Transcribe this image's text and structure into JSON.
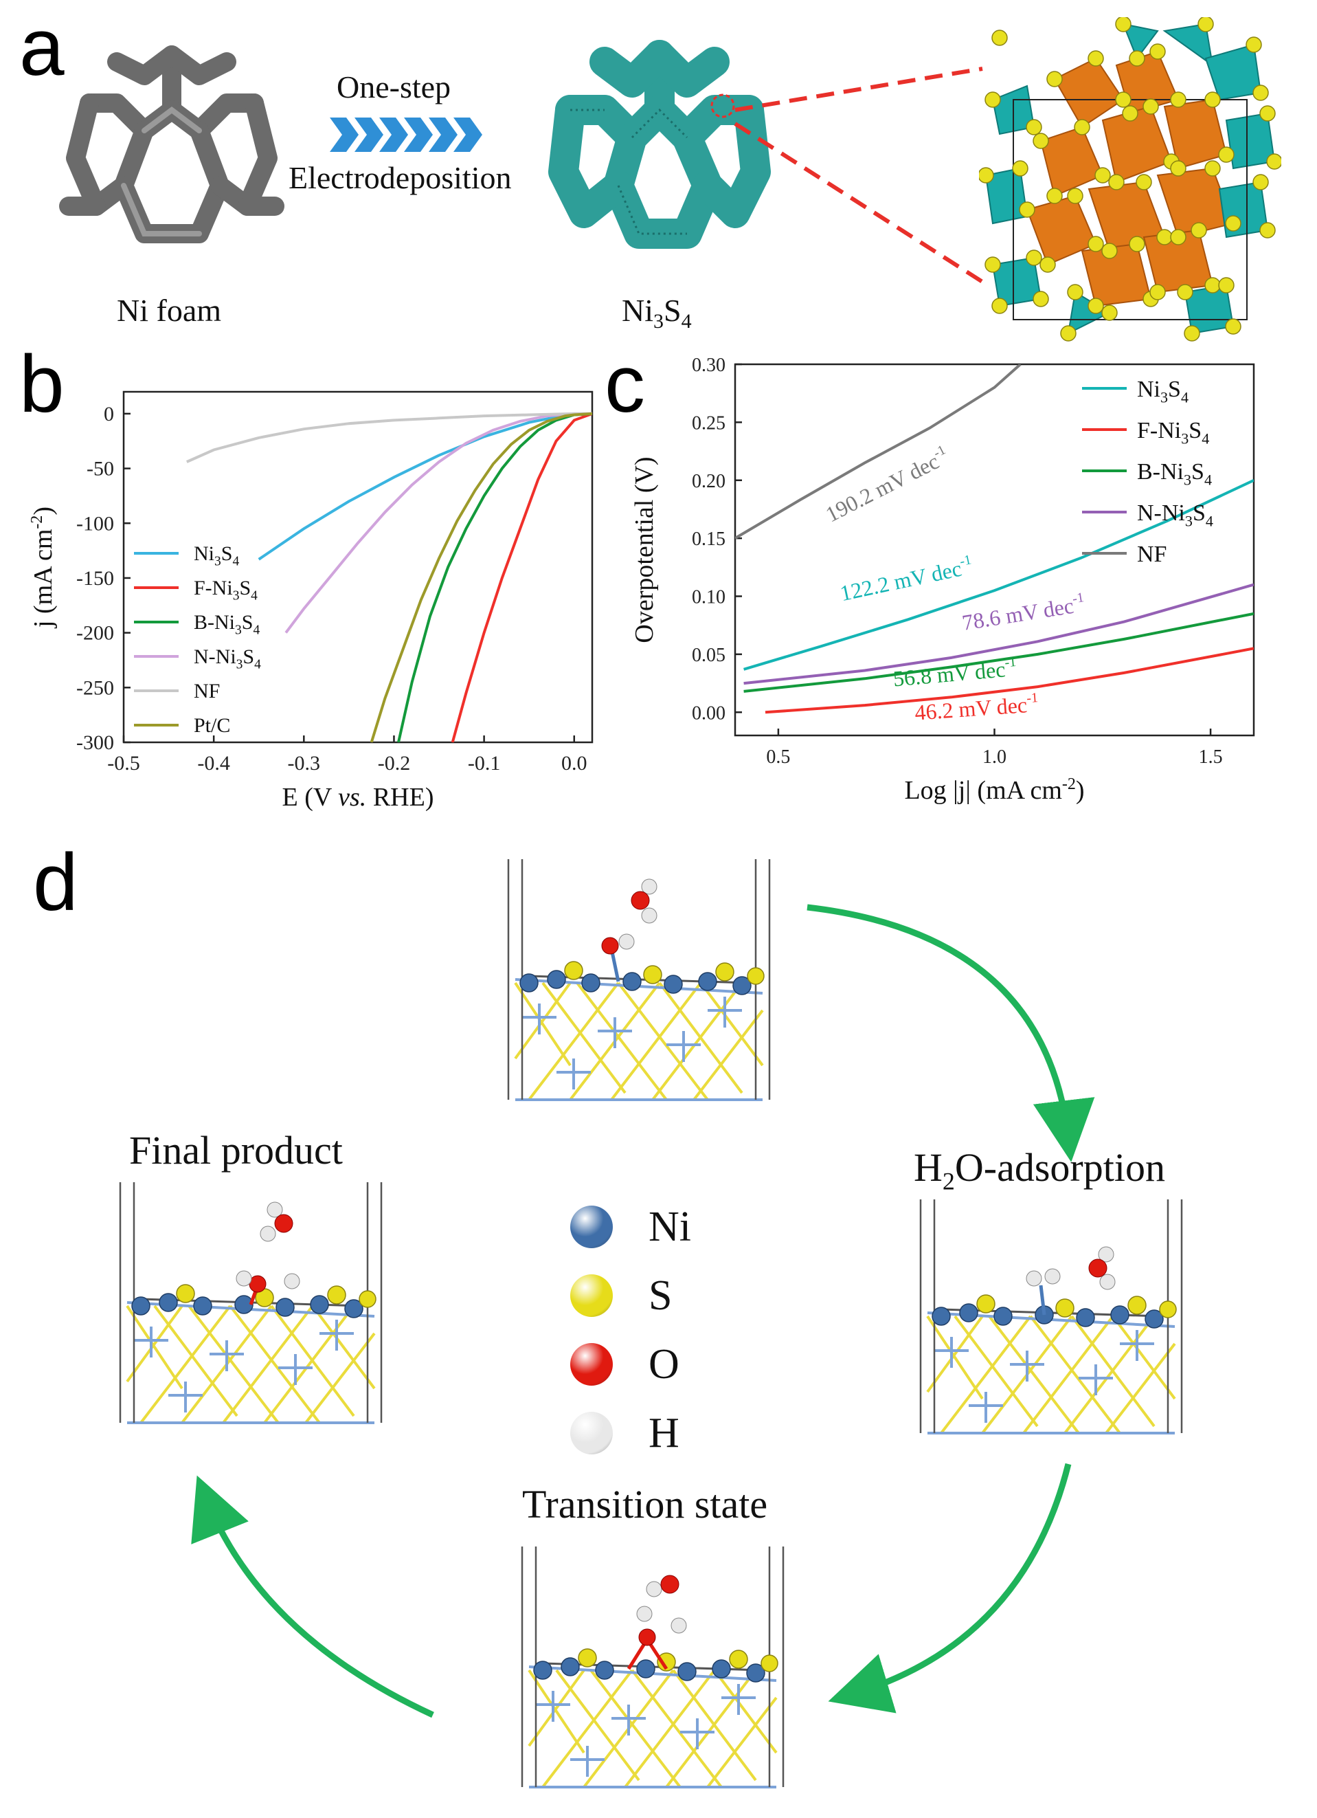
{
  "panel_a": {
    "letter": "a",
    "arrow_top": "One-step",
    "arrow_bottom": "Electrodeposition",
    "label_foam": "Ni foam",
    "label_product_base": "Ni",
    "label_product_sub1": "3",
    "label_product_mid": "S",
    "label_product_sub2": "4",
    "colors": {
      "foam": "#6b6b6b",
      "ni3s4": "#2e9e98",
      "octa_orange": "#e07818",
      "tetra_teal": "#1aaba8",
      "sulfur": "#e8e020",
      "arrow": "#2f8fd6",
      "dash": "#e8302a"
    }
  },
  "panel_b": {
    "letter": "b"
  },
  "panel_c": {
    "letter": "c"
  },
  "panel_d": {
    "letter": "d",
    "label_final": "Final product",
    "label_adsorption_base": "H",
    "label_adsorption_sub": "2",
    "label_adsorption_rest": "O-adsorption",
    "label_transition": "Transition state",
    "legend": [
      {
        "symbol": "Ni",
        "color": "#3f6ea8"
      },
      {
        "symbol": "S",
        "color": "#e6dc1a"
      },
      {
        "symbol": "O",
        "color": "#e01a10"
      },
      {
        "symbol": "H",
        "color": "#e8e8e8"
      }
    ],
    "colors": {
      "arrow": "#1fb35a",
      "bond_s": "#eadc3c",
      "bond_ni": "#7da3d8"
    }
  },
  "chart_data": [
    {
      "id": "b",
      "type": "line",
      "xlabel": "E (V vs. RHE)",
      "ylabel": "j (mA cm-2)",
      "xlim": [
        -0.5,
        0.02
      ],
      "ylim": [
        -300,
        20
      ],
      "xticks": [
        -0.5,
        -0.4,
        -0.3,
        -0.2,
        -0.1,
        0.0
      ],
      "xtick_labels": [
        "-0.5",
        "-0.4",
        "-0.3",
        "-0.2",
        "-0.1",
        "0.0"
      ],
      "yticks": [
        0,
        -50,
        -100,
        -150,
        -200,
        -250,
        -300
      ],
      "ytick_labels": [
        "0",
        "-50",
        "-100",
        "-150",
        "-200",
        "-250",
        "-300"
      ],
      "legend_position": "bottom-left",
      "series": [
        {
          "name": "Ni3S4",
          "label_base": "Ni",
          "label_sub1": "3",
          "label_mid": "S",
          "label_sub2": "4",
          "color": "#3ab4e0",
          "x": [
            -0.35,
            -0.3,
            -0.25,
            -0.2,
            -0.15,
            -0.1,
            -0.05,
            -0.02,
            0.0,
            0.02
          ],
          "y": [
            -133,
            -105,
            -80,
            -58,
            -38,
            -21,
            -8,
            -3,
            -1,
            0
          ]
        },
        {
          "name": "F-Ni3S4",
          "label_base": "F-Ni",
          "label_sub1": "3",
          "label_mid": "S",
          "label_sub2": "4",
          "color": "#f0302a",
          "x": [
            -0.135,
            -0.12,
            -0.1,
            -0.08,
            -0.06,
            -0.04,
            -0.02,
            0.0,
            0.02
          ],
          "y": [
            -300,
            -255,
            -200,
            -150,
            -105,
            -60,
            -25,
            -6,
            0
          ]
        },
        {
          "name": "B-Ni3S4",
          "label_base": "B-Ni",
          "label_sub1": "3",
          "label_mid": "S",
          "label_sub2": "4",
          "color": "#139a3c",
          "x": [
            -0.195,
            -0.18,
            -0.16,
            -0.14,
            -0.12,
            -0.1,
            -0.08,
            -0.06,
            -0.04,
            -0.02,
            0.0,
            0.02
          ],
          "y": [
            -300,
            -245,
            -185,
            -140,
            -105,
            -75,
            -50,
            -30,
            -15,
            -6,
            -1,
            0
          ]
        },
        {
          "name": "N-Ni3S4",
          "label_base": "N-Ni",
          "label_sub1": "3",
          "label_mid": "S",
          "label_sub2": "4",
          "color": "#d0a4dc",
          "x": [
            -0.32,
            -0.3,
            -0.27,
            -0.24,
            -0.21,
            -0.18,
            -0.15,
            -0.12,
            -0.09,
            -0.06,
            -0.03,
            0.0,
            0.02
          ],
          "y": [
            -200,
            -178,
            -148,
            -118,
            -90,
            -65,
            -44,
            -27,
            -15,
            -7,
            -2,
            0,
            0
          ]
        },
        {
          "name": "NF",
          "label_base": "NF",
          "label_sub1": "",
          "label_mid": "",
          "label_sub2": "",
          "color": "#c8c8c8",
          "x": [
            -0.43,
            -0.4,
            -0.35,
            -0.3,
            -0.25,
            -0.2,
            -0.15,
            -0.1,
            -0.05,
            0.0,
            0.02
          ],
          "y": [
            -44,
            -33,
            -22,
            -14,
            -9,
            -6,
            -4,
            -2,
            -1,
            0,
            0
          ]
        },
        {
          "name": "Pt/C",
          "label_base": "Pt/C",
          "label_sub1": "",
          "label_mid": "",
          "label_sub2": "",
          "color": "#9c9a2a",
          "x": [
            -0.225,
            -0.21,
            -0.19,
            -0.17,
            -0.15,
            -0.13,
            -0.11,
            -0.09,
            -0.07,
            -0.05,
            -0.03,
            -0.01,
            0.0,
            0.02
          ],
          "y": [
            -300,
            -260,
            -215,
            -170,
            -132,
            -98,
            -70,
            -46,
            -28,
            -15,
            -7,
            -2,
            -1,
            0
          ]
        }
      ]
    },
    {
      "id": "c",
      "type": "line",
      "xlabel": "Log |j| (mA cm-2)",
      "ylabel": "Overpotential (V)",
      "xlim": [
        0.4,
        1.6
      ],
      "ylim": [
        -0.02,
        0.3
      ],
      "xticks": [
        0.5,
        1.0,
        1.5
      ],
      "xtick_labels": [
        "0.5",
        "1.0",
        "1.5"
      ],
      "yticks": [
        0.0,
        0.05,
        0.1,
        0.15,
        0.2,
        0.25,
        0.3
      ],
      "ytick_labels": [
        "0.00",
        "0.05",
        "0.10",
        "0.15",
        "0.20",
        "0.25",
        "0.30"
      ],
      "legend_position": "top-right",
      "series": [
        {
          "name": "Ni3S4",
          "label_base": "Ni",
          "label_sub1": "3",
          "label_mid": "S",
          "label_sub2": "4",
          "color": "#14b4b4",
          "x": [
            0.42,
            0.6,
            0.8,
            1.0,
            1.2,
            1.4,
            1.6
          ],
          "y": [
            0.037,
            0.057,
            0.08,
            0.105,
            0.133,
            0.165,
            0.2
          ],
          "tafel": "122.2 mV dec",
          "tafel_sup": "-1"
        },
        {
          "name": "F-Ni3S4",
          "label_base": "F-Ni",
          "label_sub1": "3",
          "label_mid": "S",
          "label_sub2": "4",
          "color": "#f0302a",
          "x": [
            0.47,
            0.7,
            0.9,
            1.1,
            1.3,
            1.6
          ],
          "y": [
            0.0,
            0.006,
            0.013,
            0.022,
            0.034,
            0.055
          ],
          "tafel": "46.2 mV dec",
          "tafel_sup": "-1"
        },
        {
          "name": "B-Ni3S4",
          "label_base": "B-Ni",
          "label_sub1": "3",
          "label_mid": "S",
          "label_sub2": "4",
          "color": "#139a3c",
          "x": [
            0.42,
            0.7,
            0.9,
            1.1,
            1.3,
            1.6
          ],
          "y": [
            0.018,
            0.029,
            0.039,
            0.05,
            0.063,
            0.085
          ],
          "tafel": "56.8 mV dec",
          "tafel_sup": "-1"
        },
        {
          "name": "N-Ni3S4",
          "label_base": "N-Ni",
          "label_sub1": "3",
          "label_mid": "S",
          "label_sub2": "4",
          "color": "#9460b4",
          "x": [
            0.42,
            0.7,
            0.9,
            1.1,
            1.3,
            1.6
          ],
          "y": [
            0.025,
            0.036,
            0.047,
            0.061,
            0.078,
            0.11
          ],
          "tafel": "78.6 mV dec",
          "tafel_sup": "-1"
        },
        {
          "name": "NF",
          "label_base": "NF",
          "label_sub1": "",
          "label_mid": "",
          "label_sub2": "",
          "color": "#7a7a7a",
          "x": [
            0.4,
            0.55,
            0.7,
            0.85,
            1.0,
            1.06
          ],
          "y": [
            0.15,
            0.183,
            0.215,
            0.245,
            0.28,
            0.3
          ],
          "tafel": "190.2 mV dec",
          "tafel_sup": "-1"
        }
      ]
    }
  ]
}
